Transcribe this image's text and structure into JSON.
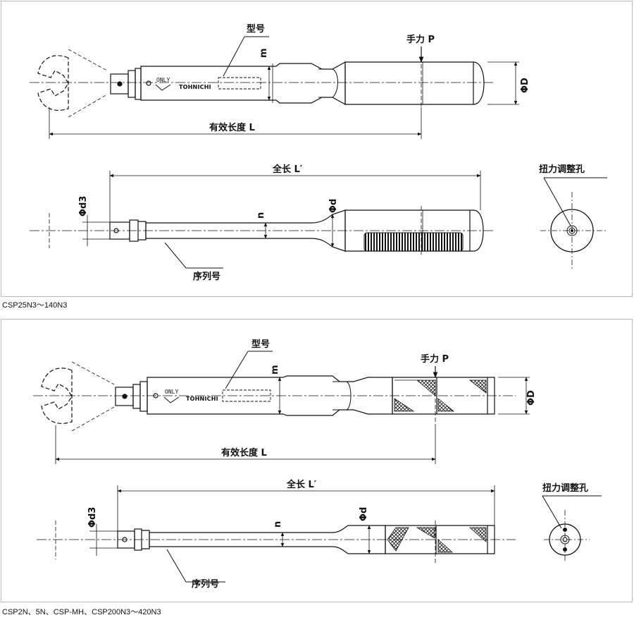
{
  "top": {
    "caption": "CSP25N3～140N3",
    "labels": {
      "model_no": "型号",
      "hand_force": "手力 P",
      "effective_length": "有效长度 L",
      "overall_length": "全长 L′",
      "adjust_hole": "扭力调整孔",
      "serial_no": "序列号",
      "m": "m",
      "n": "n",
      "phi_D": "ΦD",
      "phi_d": "Φd",
      "phi_d3": "Φd3",
      "only": "ONLY",
      "brand": "TOHNICHI"
    }
  },
  "bottom": {
    "caption": "CSP2N、5N、CSP-MH、CSP200N3～420N3",
    "labels": {
      "model_no": "型号",
      "hand_force": "手力 P",
      "effective_length": "有效长度 L",
      "overall_length": "全长 L′",
      "adjust_hole": "扭力调整孔",
      "serial_no": "序列号",
      "m": "m",
      "n": "n",
      "phi_D": "ΦD",
      "phi_d": "Φd",
      "phi_d3": "Φd3",
      "only": "ONLY",
      "brand": "TOHNICHI"
    }
  }
}
